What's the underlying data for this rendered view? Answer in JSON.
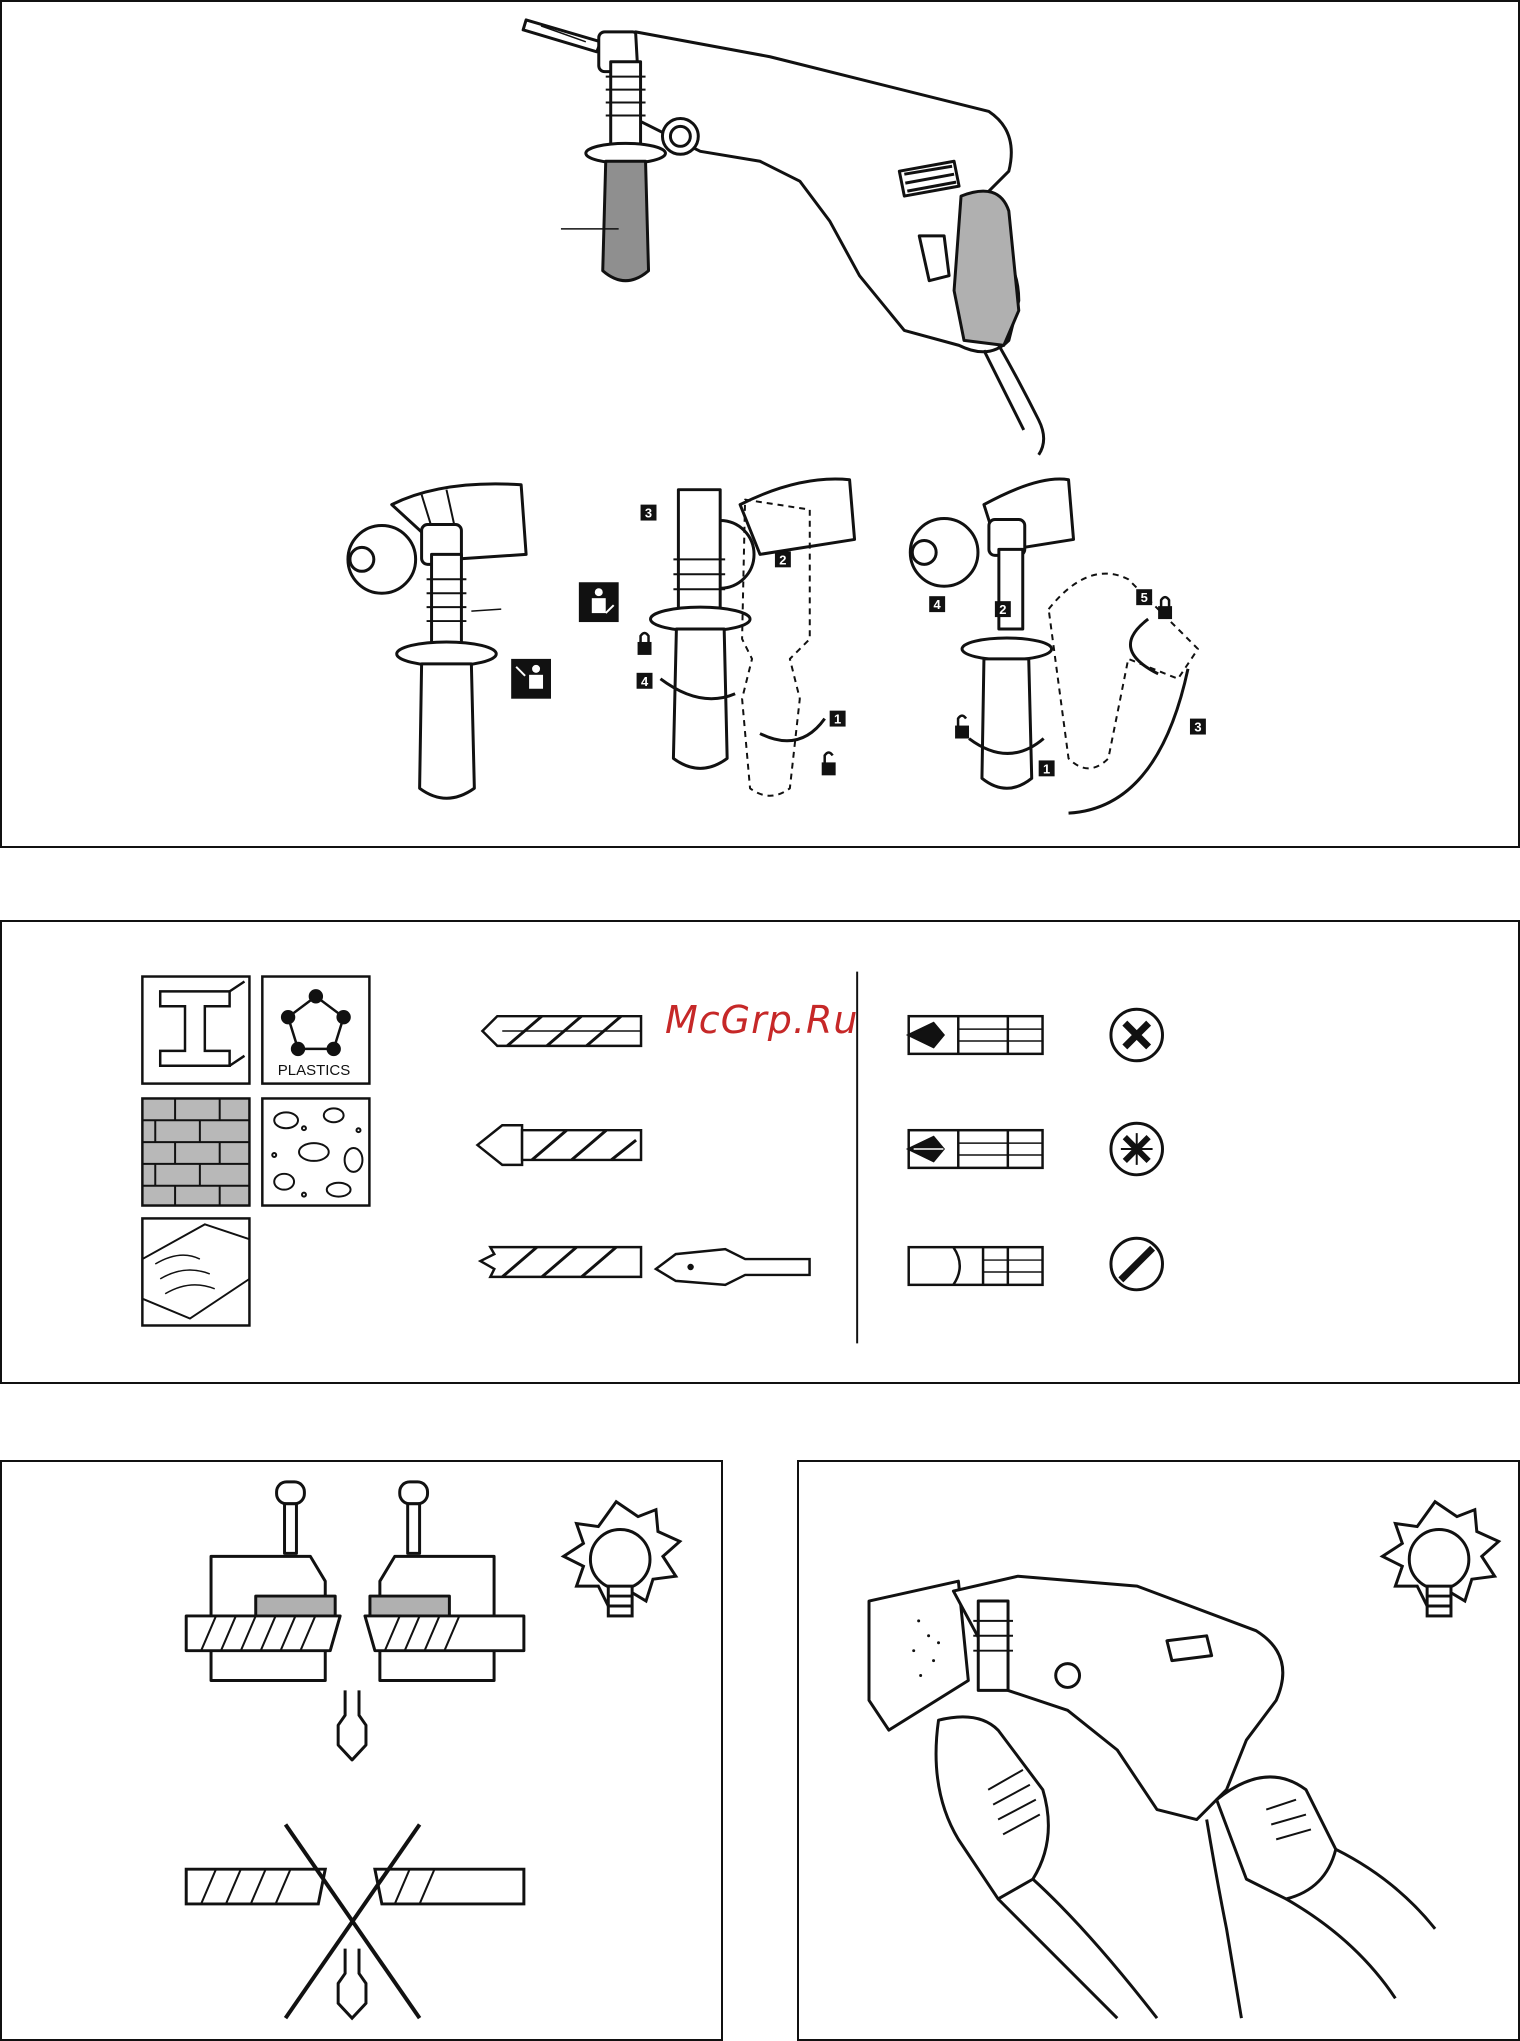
{
  "watermark": "McGrp.Ru",
  "materials": {
    "plastics_label": "PLASTICS"
  },
  "handle_steps": {
    "middle": [
      "3",
      "2",
      "4",
      "1"
    ],
    "right": [
      "4",
      "2",
      "5",
      "3",
      "1"
    ]
  },
  "icons": {
    "lock": "lock-icon",
    "unlock": "unlock-icon",
    "person": "person-icon",
    "lightbulb": "lightbulb-icon",
    "phillips": "phillips-screw-icon",
    "pozidriv": "pozidriv-screw-icon",
    "slotted": "slotted-screw-icon"
  }
}
